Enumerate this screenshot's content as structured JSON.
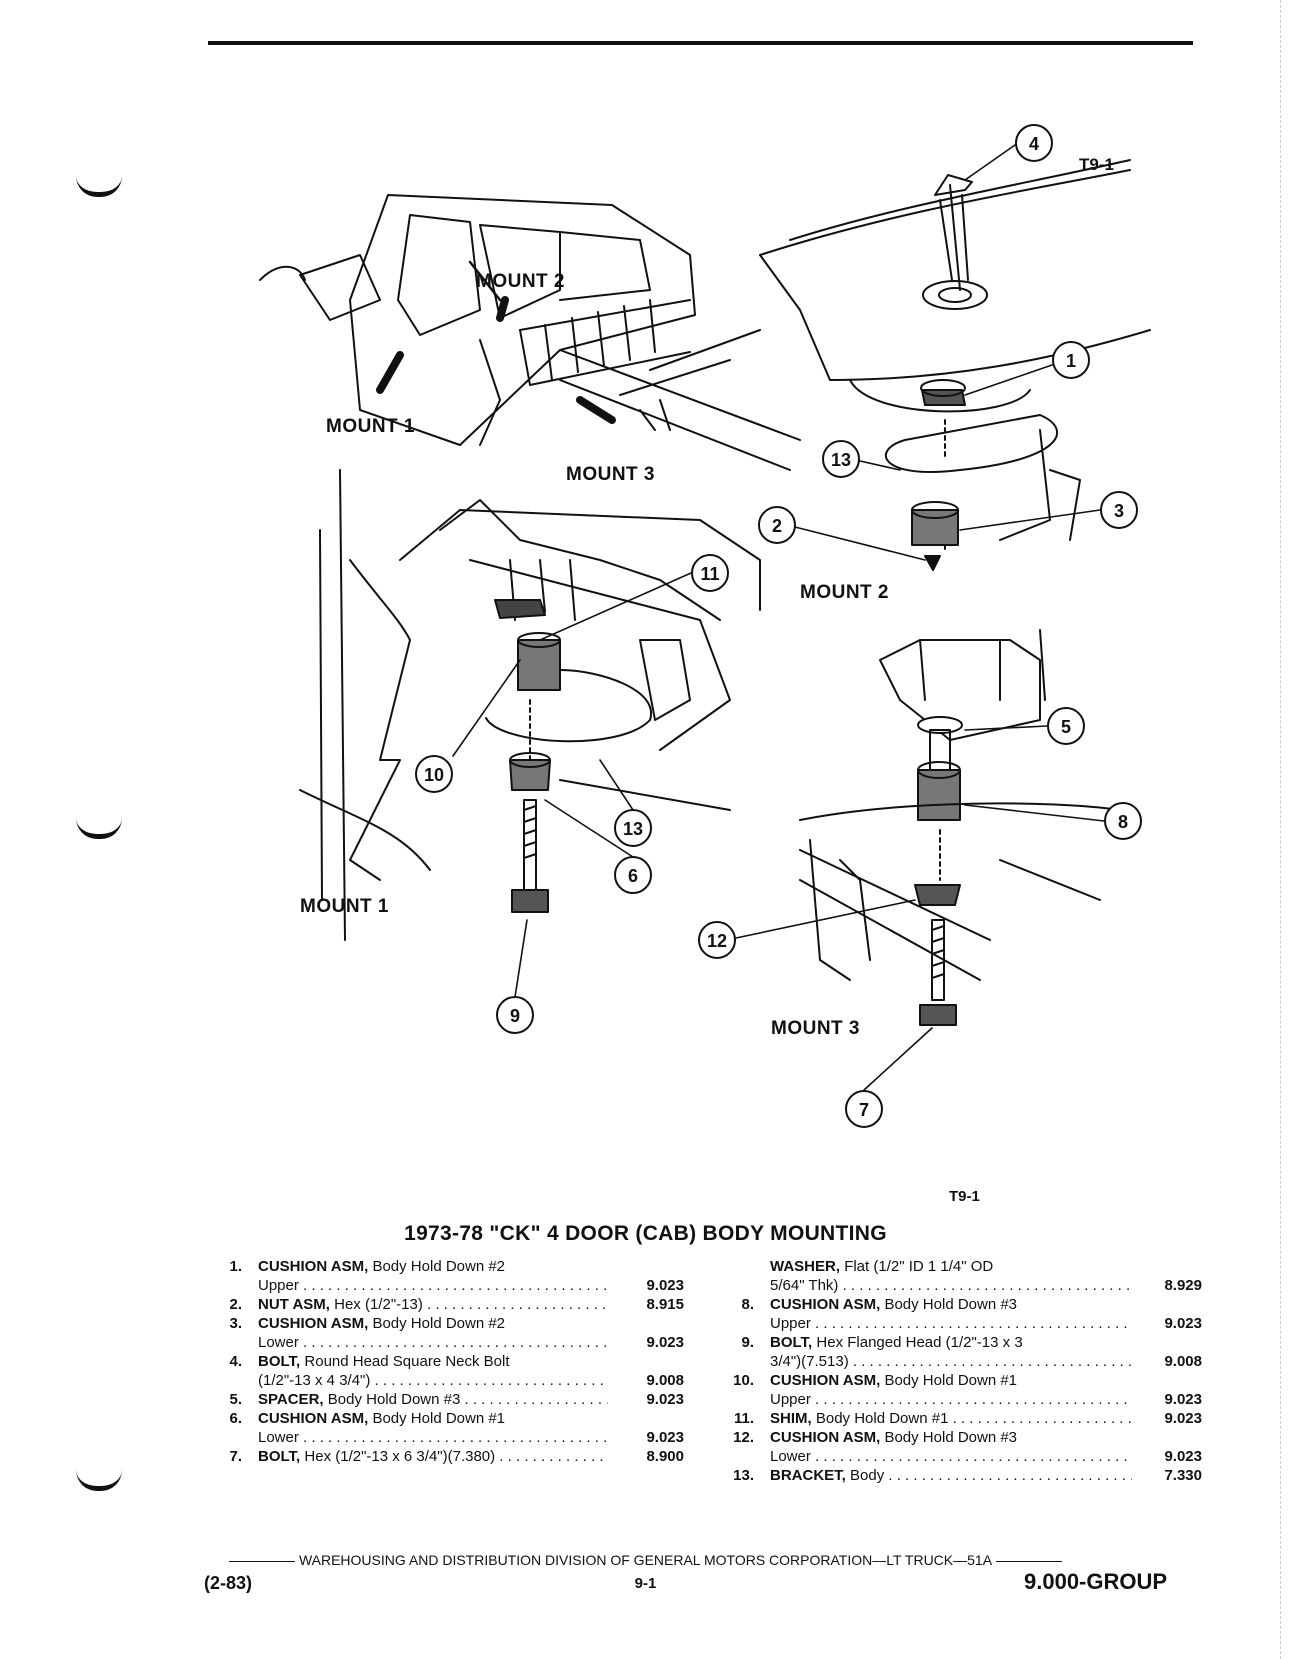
{
  "figure_tag": "T9-1",
  "figure_caption_tag": "T9-1",
  "diagram": {
    "labels": [
      "MOUNT 2",
      "MOUNT 1",
      "MOUNT 3",
      "MOUNT 2",
      "MOUNT 1",
      "MOUNT 3"
    ],
    "callouts": [
      "1",
      "2",
      "3",
      "4",
      "5",
      "6",
      "7",
      "8",
      "9",
      "10",
      "11",
      "12",
      "13",
      "13"
    ]
  },
  "title": "1973-78 \"CK\" 4 DOOR (CAB) BODY MOUNTING",
  "parts_left": [
    {
      "num": "1.",
      "name": "CUSHION ASM,",
      "desc": "Body Hold Down #2",
      "line2": "Upper",
      "page": "9.023"
    },
    {
      "num": "2.",
      "name": "NUT ASM,",
      "desc": "Hex (1/2\"-13)",
      "line2": "",
      "page": "8.915"
    },
    {
      "num": "3.",
      "name": "CUSHION ASM,",
      "desc": "Body Hold Down #2",
      "line2": "Lower",
      "page": "9.023"
    },
    {
      "num": "4.",
      "name": "BOLT,",
      "desc": "Round Head Square Neck Bolt",
      "line2": "(1/2\"-13 x 4 3/4\")",
      "page": "9.008"
    },
    {
      "num": "5.",
      "name": "SPACER,",
      "desc": "Body Hold Down #3",
      "line2": "",
      "page": "9.023"
    },
    {
      "num": "6.",
      "name": "CUSHION ASM,",
      "desc": "Body Hold Down #1",
      "line2": "Lower",
      "page": "9.023"
    },
    {
      "num": "7.",
      "name": "BOLT,",
      "desc": "Hex (1/2\"-13 x 6 3/4\")(7.380)",
      "line2": "",
      "page": "8.900"
    }
  ],
  "parts_right": [
    {
      "num": "",
      "name": "WASHER,",
      "desc": "Flat (1/2\" ID 1 1/4\" OD",
      "line2": "5/64\" Thk)",
      "page": "8.929"
    },
    {
      "num": "8.",
      "name": "CUSHION ASM,",
      "desc": "Body Hold Down #3",
      "line2": "Upper",
      "page": "9.023"
    },
    {
      "num": "9.",
      "name": "BOLT,",
      "desc": "Hex Flanged Head (1/2\"-13 x 3",
      "line2": "3/4\")(7.513)",
      "page": "9.008"
    },
    {
      "num": "10.",
      "name": "CUSHION ASM,",
      "desc": "Body Hold Down #1",
      "line2": "Upper",
      "page": "9.023"
    },
    {
      "num": "11.",
      "name": "SHIM,",
      "desc": "Body Hold Down #1",
      "line2": "",
      "page": "9.023"
    },
    {
      "num": "12.",
      "name": "CUSHION ASM,",
      "desc": "Body Hold Down #3",
      "line2": "Lower",
      "page": "9.023"
    },
    {
      "num": "13.",
      "name": "BRACKET,",
      "desc": "Body",
      "line2": "",
      "page": "7.330"
    }
  ],
  "footer": {
    "text": "WAREHOUSING AND DISTRIBUTION  DIVISION OF GENERAL MOTORS CORPORATION—LT TRUCK—51A",
    "date": "(2-83)",
    "page": "9-1",
    "group": "9.000-GROUP"
  }
}
